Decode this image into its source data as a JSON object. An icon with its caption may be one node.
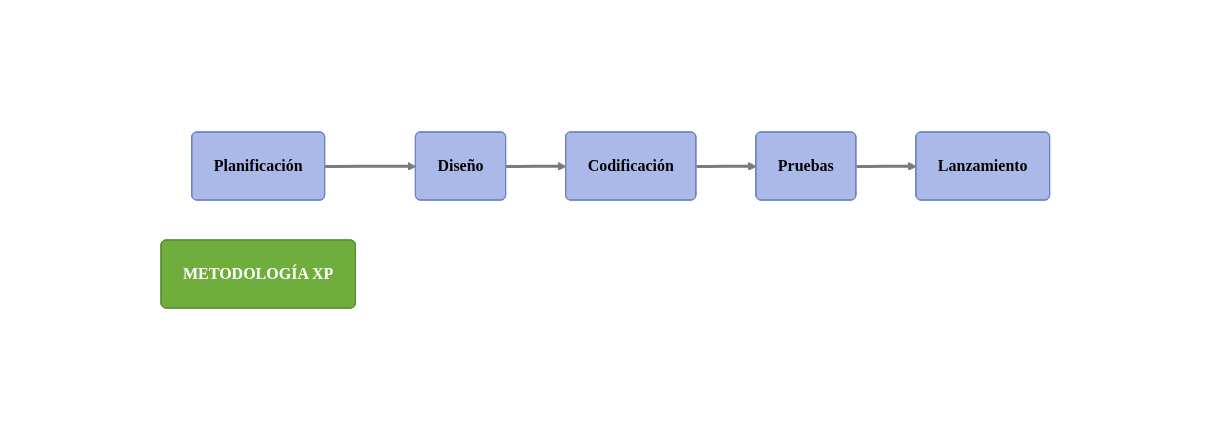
{
  "diagram": {
    "nodes": [
      {
        "text": [
          "Planificación"
        ]
      },
      {
        "text": [
          "Diseño"
        ]
      },
      {
        "text": [
          "METODOLOGÍA XP"
        ]
      },
      {
        "text": [
          "Codificación"
        ]
      },
      {
        "text": [
          "Pruebas"
        ]
      },
      {
        "text": [
          "Lanzamiento"
        ]
      }
    ],
    "edges": [
      {
        "from": 0,
        "to": 1,
        "arrow": "to"
      },
      {
        "from": 1,
        "to": 3,
        "arrow": "to"
      },
      {
        "from": 3,
        "to": 4,
        "arrow": "to"
      },
      {
        "from": 4,
        "to": 5,
        "arrow": "to"
      }
    ]
  }
}
